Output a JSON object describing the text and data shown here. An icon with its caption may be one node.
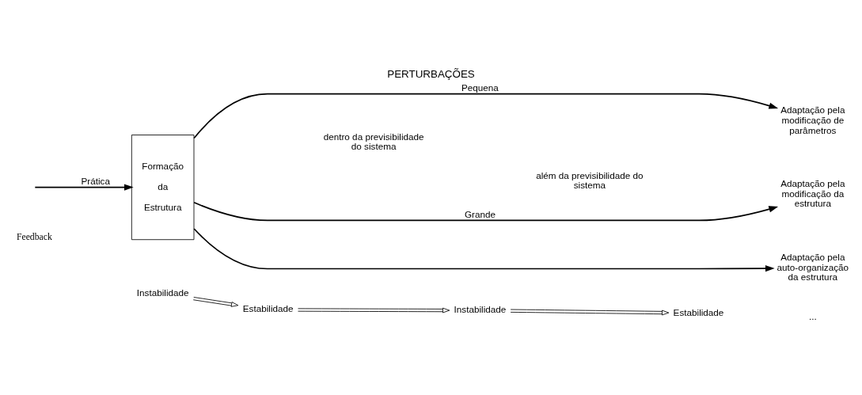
{
  "diagram": {
    "title": "PERTURBAÇÕES",
    "nodes": [
      {
        "text": [
          "Formação da Estrutura"
        ]
      },
      {
        "text": [
          "Adaptação pela modificação de parâmetros"
        ]
      },
      {
        "text": [
          "Adaptação pela modificação da estrutura"
        ]
      },
      {
        "text": [
          "Adaptação pela auto-organização da estrutura"
        ]
      },
      {
        "text": [
          "Instabilidade"
        ]
      },
      {
        "text": [
          "Estabilidade"
        ]
      },
      {
        "text": [
          "Instabilidade"
        ]
      },
      {
        "text": [
          "Estabilidade"
        ]
      }
    ],
    "edges": [
      {
        "from": null,
        "to": 0,
        "arrow": "to",
        "label": "Prática"
      },
      {
        "from": 0,
        "to": 1,
        "arrow": "to",
        "label": "Pequena"
      },
      {
        "from": 0,
        "to": 2,
        "arrow": "to",
        "label": "Grande"
      },
      {
        "from": 0,
        "to": 3,
        "arrow": "to"
      },
      {
        "from": 4,
        "to": 5,
        "arrow": "to"
      },
      {
        "from": 5,
        "to": 6,
        "arrow": "to"
      },
      {
        "from": 6,
        "to": 7,
        "arrow": "to"
      }
    ],
    "labels": [
      "Feedback",
      "dentro da previsibilidade do sistema",
      "além da previsibilidade do sistema",
      "..."
    ]
  }
}
